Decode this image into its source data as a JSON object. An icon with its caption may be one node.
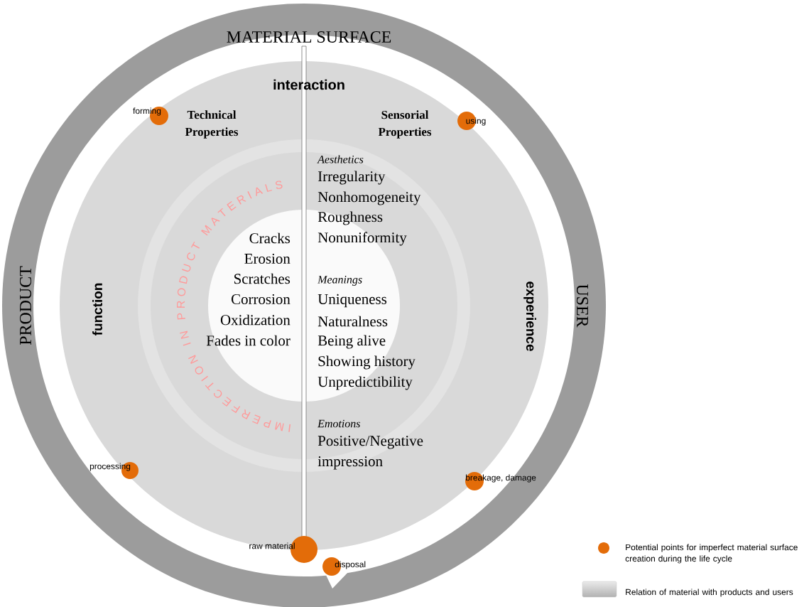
{
  "diagram": {
    "labels": [
      "MATERIAL SURFACE",
      "interaction",
      "forming",
      "Technical Properties",
      "Sensorial Properties",
      "using",
      "Aesthetics",
      "Irregularity",
      "Nonhomogeneity",
      "Roughness",
      "Nonuniformity",
      "PRODUCT",
      "function",
      "Cracks",
      "Erosion",
      "Scratches",
      "Corrosion",
      "Oxidization",
      "Fades in color",
      "IMPERFECTION IN PRODUCT MATERIALS",
      "Meanings",
      "Uniqueness",
      "Naturalness",
      "Being alive",
      "Showing history",
      "Unpredictibility",
      "experience",
      "USER",
      "Emotions",
      "Positive/Negative impression",
      "processing",
      "breakage, damage",
      "raw material",
      "disposal"
    ],
    "legend": [
      {
        "text": "Potential points for imperfect material surface creation during the life cycle",
        "color": "#e36c09"
      },
      {
        "text": "Relation of material with products and users"
      }
    ]
  }
}
